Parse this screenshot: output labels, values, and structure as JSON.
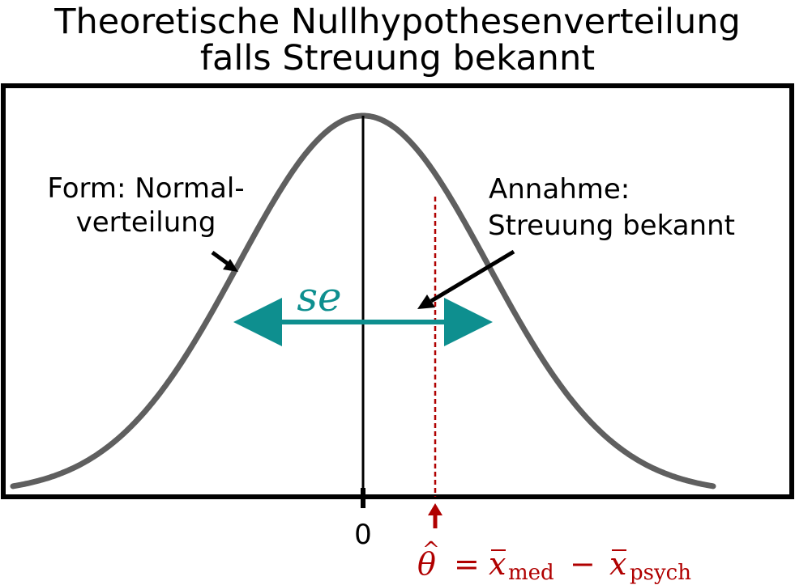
{
  "title": {
    "line1": "Theoretische Nullhypothesenverteilung",
    "line2": "falls Streuung bekannt"
  },
  "annotations": {
    "form_line1": "Form: Normal-",
    "form_line2": "verteilung",
    "assumption_line1": "Annahme:",
    "assumption_line2": "Streuung bekannt",
    "se_label": "se"
  },
  "axis": {
    "zero_label": "0"
  },
  "estimate": {
    "theta_hat": "θ",
    "hat": "^",
    "equals": "=",
    "x_med_base": "x",
    "x_med_sub": "med",
    "minus": "−",
    "x_psych_base": "x",
    "x_psych_sub": "psych"
  },
  "colors": {
    "curve": "#5f5f5f",
    "se_arrow": "#0e8f8f",
    "estimate": "#b00000",
    "frame": "#000000"
  }
}
